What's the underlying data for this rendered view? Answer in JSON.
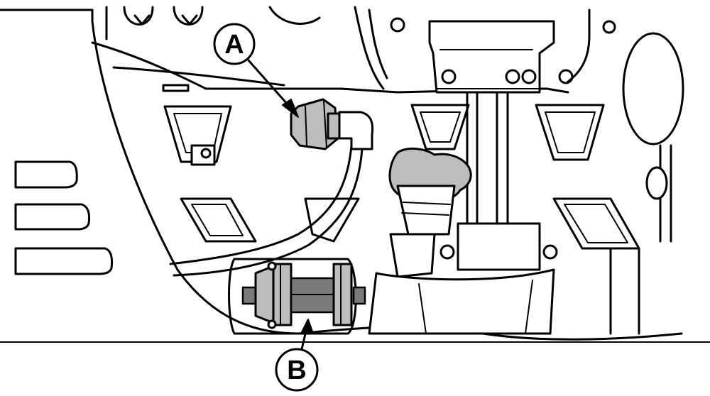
{
  "callouts": [
    {
      "id": "A",
      "label": "A"
    },
    {
      "id": "B",
      "label": "B"
    }
  ],
  "colors": {
    "line": "#000000",
    "background": "#ffffff",
    "shade_light": "#bdbdbd",
    "shade_dark": "#7a7a7a"
  }
}
